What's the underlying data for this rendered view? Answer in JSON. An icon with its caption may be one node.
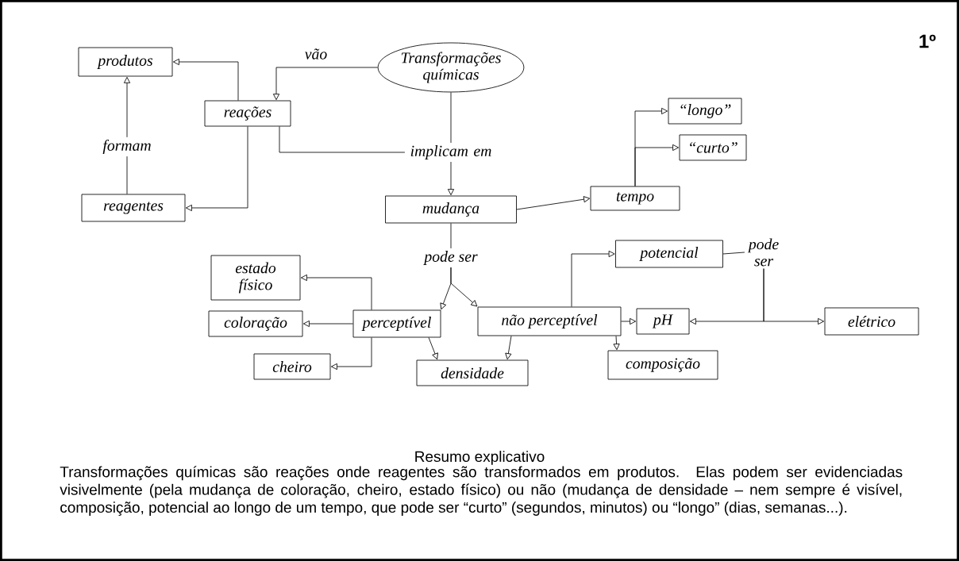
{
  "diagram": {
    "nodes": [
      {
        "text": [
          "Transformações químicas"
        ]
      },
      {
        "text": [
          "produtos"
        ]
      },
      {
        "text": [
          "reações"
        ]
      },
      {
        "text": [
          "formam"
        ]
      },
      {
        "text": [
          "reagentes"
        ]
      },
      {
        "text": [
          "implicam em"
        ]
      },
      {
        "text": [
          "mudança"
        ]
      },
      {
        "text": [
          "tempo"
        ]
      },
      {
        "text": [
          "“longo”"
        ]
      },
      {
        "text": [
          "“curto”"
        ]
      },
      {
        "text": [
          "pode ser"
        ]
      },
      {
        "text": [
          "potencial"
        ]
      },
      {
        "text": [
          "pode ser"
        ]
      },
      {
        "text": [
          "estado físico"
        ]
      },
      {
        "text": [
          "perceptível"
        ]
      },
      {
        "text": [
          "não perceptível"
        ]
      },
      {
        "text": [
          "pH"
        ]
      },
      {
        "text": [
          "elétrico"
        ]
      },
      {
        "text": [
          "coloração"
        ]
      },
      {
        "text": [
          "cheiro"
        ]
      },
      {
        "text": [
          "densidade"
        ]
      },
      {
        "text": [
          "composição"
        ]
      }
    ],
    "edges": [
      {
        "from": 0,
        "to": 2,
        "arrow": "to",
        "label": "vão"
      },
      {
        "from": 2,
        "to": 1,
        "arrow": "to"
      },
      {
        "from": 2,
        "to": 4,
        "arrow": "to"
      },
      {
        "from": 4,
        "to": 3,
        "arrow": "none"
      },
      {
        "from": 3,
        "to": 1,
        "arrow": "to"
      },
      {
        "from": 0,
        "to": 5,
        "arrow": "none"
      },
      {
        "from": 2,
        "to": 5,
        "arrow": "none"
      },
      {
        "from": 5,
        "to": 6,
        "arrow": "to"
      },
      {
        "from": 6,
        "to": 7,
        "arrow": "to"
      },
      {
        "from": 7,
        "to": 8,
        "arrow": "to"
      },
      {
        "from": 7,
        "to": 9,
        "arrow": "to"
      },
      {
        "from": 6,
        "to": 10,
        "arrow": "none"
      },
      {
        "from": 10,
        "to": 14,
        "arrow": "to"
      },
      {
        "from": 10,
        "to": 15,
        "arrow": "to"
      },
      {
        "from": 14,
        "to": 13,
        "arrow": "to"
      },
      {
        "from": 14,
        "to": 18,
        "arrow": "to"
      },
      {
        "from": 14,
        "to": 19,
        "arrow": "to"
      },
      {
        "from": 14,
        "to": 20,
        "arrow": "to"
      },
      {
        "from": 15,
        "to": 20,
        "arrow": "to"
      },
      {
        "from": 15,
        "to": 11,
        "arrow": "to"
      },
      {
        "from": 15,
        "to": 16,
        "arrow": "to"
      },
      {
        "from": 15,
        "to": 21,
        "arrow": "to"
      },
      {
        "from": 11,
        "to": 12,
        "arrow": "none"
      },
      {
        "from": 12,
        "to": 16,
        "arrow": "to"
      },
      {
        "from": 12,
        "to": 17,
        "arrow": "to"
      }
    ],
    "labels": [
      "1º",
      "Resumo explicativo",
      "Transformações químicas são reações onde reagentes são transformados em produtos. Elas podem ser evidenciadas visivelmente (pela mudança de coloração, cheiro, estado físico) ou não (mudança de densidade – nem sempre é visível, composição, potencial ao longo de um tempo, que pode ser “curto” (segundos, minutos) ou “longo” (dias, semanas...)."
    ]
  }
}
